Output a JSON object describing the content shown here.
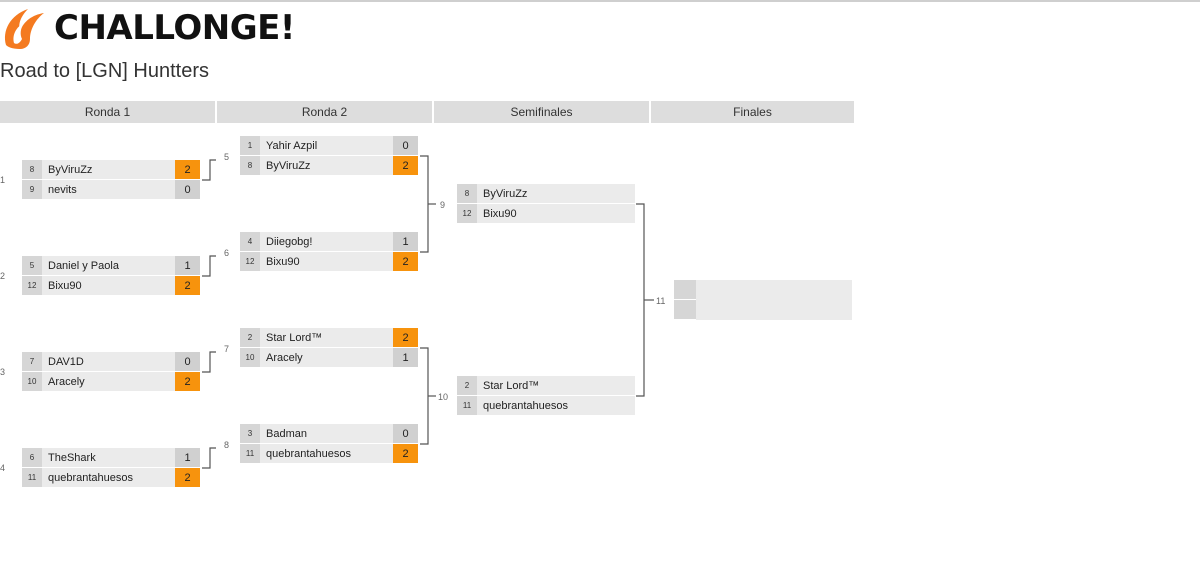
{
  "brand": {
    "name": "CHALLONGE!",
    "color": "#f7930d"
  },
  "tournament": {
    "title": "Road to [LGN] Huntters"
  },
  "rounds": [
    "Ronda 1",
    "Ronda 2",
    "Semifinales",
    "Finales"
  ],
  "matches": [
    {
      "id": "1",
      "p1": {
        "seed": "8",
        "name": "ByViruZz",
        "score": "2",
        "win": true
      },
      "p2": {
        "seed": "9",
        "name": "nevits",
        "score": "0",
        "win": false
      }
    },
    {
      "id": "2",
      "p1": {
        "seed": "5",
        "name": "Daniel y Paola",
        "score": "1",
        "win": false
      },
      "p2": {
        "seed": "12",
        "name": "Bixu90",
        "score": "2",
        "win": true
      }
    },
    {
      "id": "3",
      "p1": {
        "seed": "7",
        "name": "DAV1D",
        "score": "0",
        "win": false
      },
      "p2": {
        "seed": "10",
        "name": "Aracely",
        "score": "2",
        "win": true
      }
    },
    {
      "id": "4",
      "p1": {
        "seed": "6",
        "name": "TheShark",
        "score": "1",
        "win": false
      },
      "p2": {
        "seed": "11",
        "name": "quebrantahuesos",
        "score": "2",
        "win": true
      }
    },
    {
      "id": "5",
      "p1": {
        "seed": "1",
        "name": "Yahir Azpil",
        "score": "0",
        "win": false
      },
      "p2": {
        "seed": "8",
        "name": "ByViruZz",
        "score": "2",
        "win": true
      }
    },
    {
      "id": "6",
      "p1": {
        "seed": "4",
        "name": "Diiegobg!",
        "score": "1",
        "win": false
      },
      "p2": {
        "seed": "12",
        "name": "Bixu90",
        "score": "2",
        "win": true
      }
    },
    {
      "id": "7",
      "p1": {
        "seed": "2",
        "name": "Star Lord™",
        "score": "2",
        "win": true
      },
      "p2": {
        "seed": "10",
        "name": "Aracely",
        "score": "1",
        "win": false
      }
    },
    {
      "id": "8",
      "p1": {
        "seed": "3",
        "name": "Badman",
        "score": "0",
        "win": false
      },
      "p2": {
        "seed": "11",
        "name": "quebrantahuesos",
        "score": "2",
        "win": true
      }
    },
    {
      "id": "9",
      "p1": {
        "seed": "8",
        "name": "ByViruZz",
        "score": "",
        "win": false
      },
      "p2": {
        "seed": "12",
        "name": "Bixu90",
        "score": "",
        "win": false
      }
    },
    {
      "id": "10",
      "p1": {
        "seed": "2",
        "name": "Star Lord™",
        "score": "",
        "win": false
      },
      "p2": {
        "seed": "11",
        "name": "quebrantahuesos",
        "score": "",
        "win": false
      }
    },
    {
      "id": "11"
    }
  ]
}
